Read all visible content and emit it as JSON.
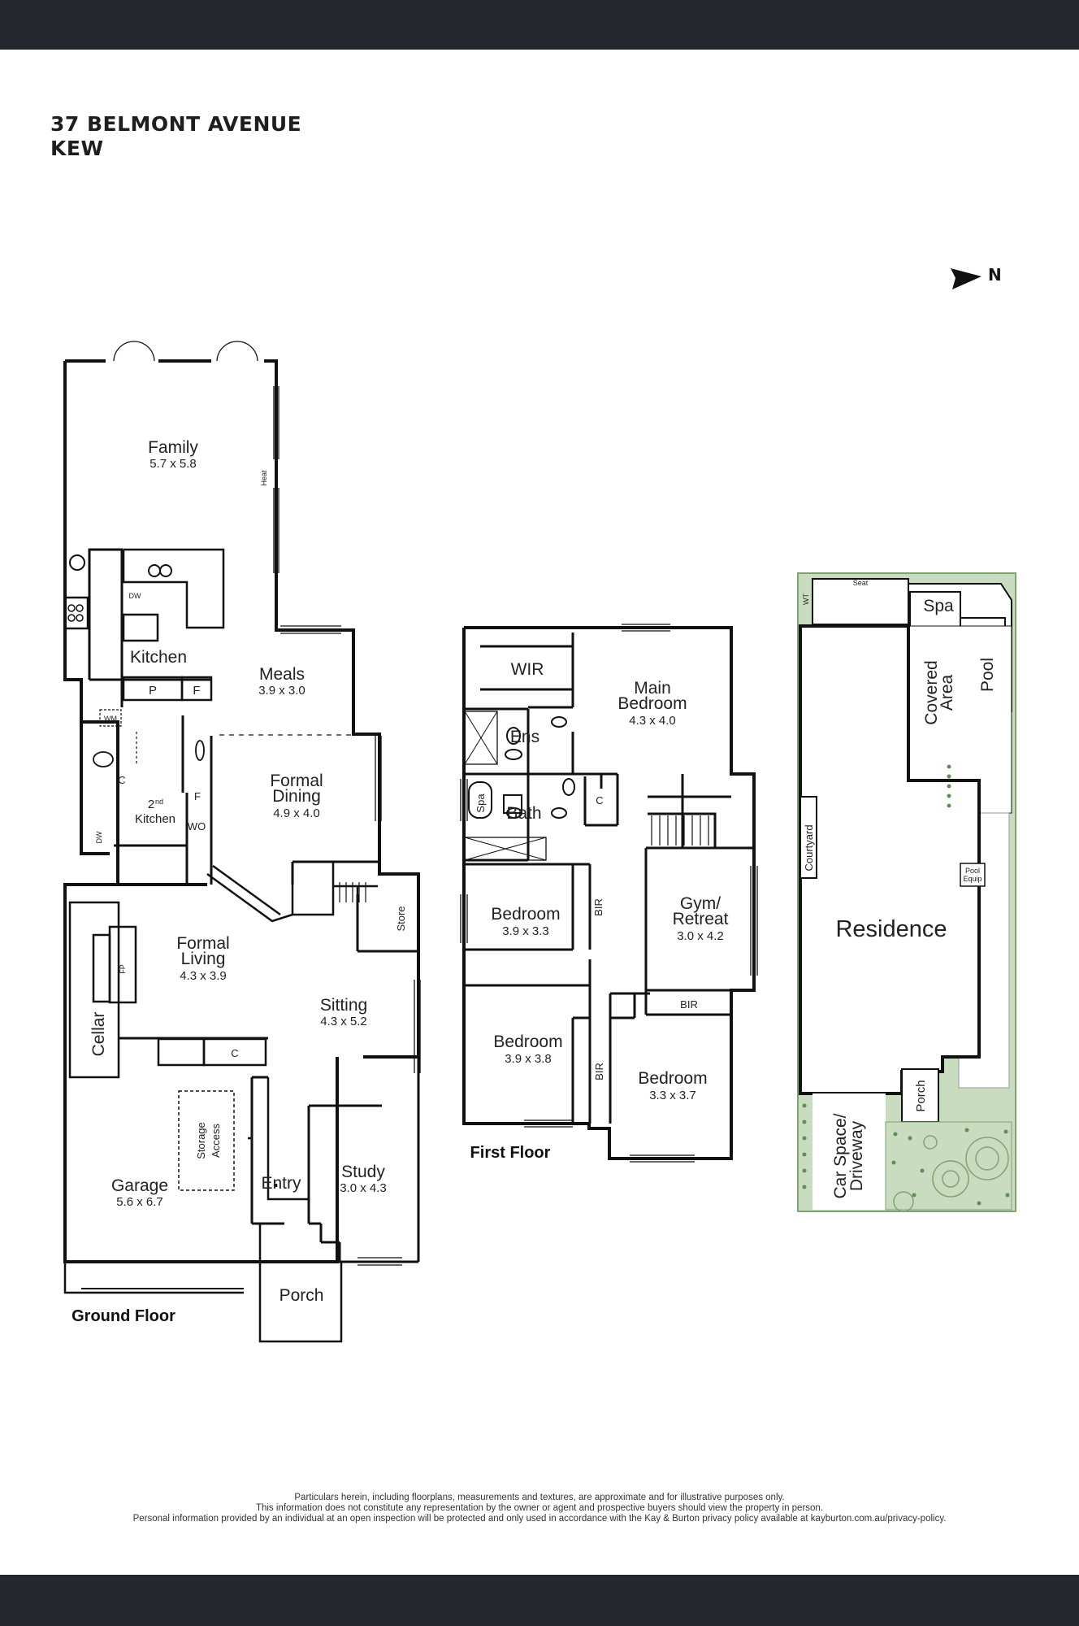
{
  "header": {
    "address_line1": "37 BELMONT AVENUE",
    "address_line2": "KEW"
  },
  "compass": {
    "label": "N"
  },
  "ground_floor": {
    "title": "Ground Floor",
    "rooms": {
      "family": {
        "name": "Family",
        "dims": "5.7 x 5.8"
      },
      "kitchen": {
        "name": "Kitchen"
      },
      "meals": {
        "name": "Meals",
        "dims": "3.9 x 3.0"
      },
      "formal_dining": {
        "name1": "Formal",
        "name2": "Dining",
        "dims": "4.9 x 4.0"
      },
      "second_kitchen": {
        "sup_num": "2",
        "sup": "nd",
        "name": "Kitchen"
      },
      "formal_living": {
        "name1": "Formal",
        "name2": "Living",
        "dims": "4.3 x 3.9"
      },
      "sitting": {
        "name": "Sitting",
        "dims": "4.3 x 5.2"
      },
      "cellar": {
        "name": "Cellar"
      },
      "store": {
        "name": "Store"
      },
      "garage": {
        "name": "Garage",
        "dims": "5.6 x 6.7"
      },
      "storage_access": {
        "name1": "Storage",
        "name2": "Access"
      },
      "entry": {
        "name": "Entry"
      },
      "study": {
        "name": "Study",
        "dims": "3.0 x 4.3"
      },
      "porch": {
        "name": "Porch"
      }
    },
    "fixtures": {
      "heat": "Heat",
      "dw": "DW",
      "p": "P",
      "f": "F",
      "wm": "WM",
      "c": "C",
      "wo": "WO",
      "fp": "FP"
    }
  },
  "first_floor": {
    "title": "First Floor",
    "rooms": {
      "wir": {
        "name": "WIR"
      },
      "main_bedroom": {
        "name1": "Main",
        "name2": "Bedroom",
        "dims": "4.3 x 4.0"
      },
      "ens": {
        "name": "Ens"
      },
      "bath": {
        "name": "Bath"
      },
      "spa": {
        "name": "Spa"
      },
      "c": {
        "name": "C"
      },
      "bedroom_a": {
        "name": "Bedroom",
        "dims": "3.9 x 3.3"
      },
      "gym": {
        "name1": "Gym/",
        "name2": "Retreat",
        "dims": "3.0 x 4.2"
      },
      "bir_a": {
        "name": "BIR"
      },
      "bir_b": {
        "name": "BIR"
      },
      "bir_c": {
        "name": "BIR"
      },
      "bedroom_b": {
        "name": "Bedroom",
        "dims": "3.9 x 3.8"
      },
      "bedroom_c": {
        "name": "Bedroom",
        "dims": "3.3 x 3.7"
      }
    }
  },
  "site_plan": {
    "residence": "Residence",
    "spa": "Spa",
    "pool": "Pool",
    "covered_area1": "Covered",
    "covered_area2": "Area",
    "courtyard": "Courtyard",
    "pool_equip1": "Pool",
    "pool_equip2": "Equip",
    "porch": "Porch",
    "car_space1": "Car Space/",
    "car_space2": "Driveway",
    "wt": "WT",
    "seat": "Seat"
  },
  "colors": {
    "bars": "#24272d",
    "walls": "#111111",
    "garden": "#c9dcc0",
    "garden_edge": "#7fa56f"
  },
  "disclaimer": {
    "line1": "Particulars herein, including floorplans, measurements and textures, are approximate and for illustrative purposes only.",
    "line2": "This information does not constitute any representation by the owner or agent and prospective buyers should view the property in person.",
    "line3": "Personal information provided by an individual at an open inspection will be protected and only used in accordance with the Kay & Burton privacy policy available at kayburton.com.au/privacy-policy."
  }
}
